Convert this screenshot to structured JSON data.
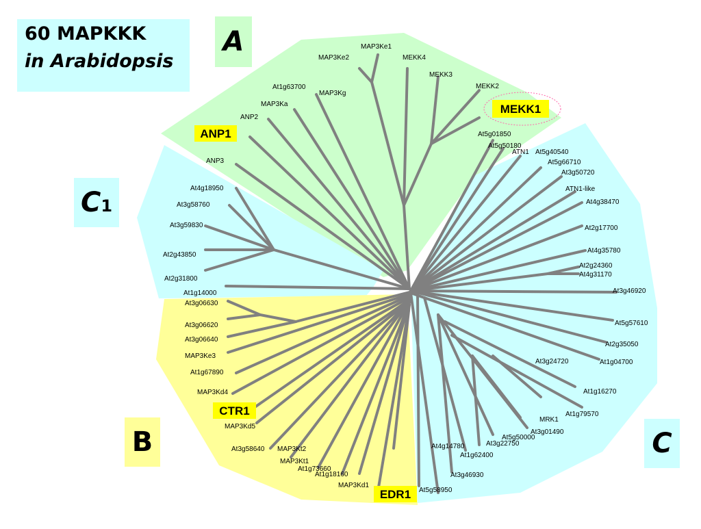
{
  "title": {
    "line1": "60 MAPKKK",
    "line2": "in Arabidopsis"
  },
  "clade_labels": {
    "A": "A",
    "B": "B",
    "C": "C",
    "C1": "C",
    "C1_sub": "1"
  },
  "highlight_labels": {
    "ANP1": "ANP1",
    "MEKK1": "MEKK1",
    "CTR1": "CTR1",
    "EDR1": "EDR1"
  },
  "labels": {
    "MAP3Ke1": "MAP3Ke1",
    "MAP3Ke2": "MAP3Ke2",
    "MEKK4": "MEKK4",
    "MEKK3": "MEKK3",
    "MEKK2": "MEKK2",
    "At1g63700": "At1g63700",
    "MAP3Kg": "MAP3Kg",
    "MAP3Ka": "MAP3Ka",
    "ANP2": "ANP2",
    "ANP3": "ANP3",
    "At4g18950": "At4g18950",
    "At3g58760": "At3g58760",
    "At3g59830": "At3g59830",
    "At2g43850": "At2g43850",
    "At2g31800": "At2g31800",
    "At1g14000": "At1g14000",
    "At3g06630": "At3g06630",
    "At3g06620": "At3g06620",
    "At3g06640": "At3g06640",
    "MAP3Ke3": "MAP3Ke3",
    "At1g67890": "At1g67890",
    "MAP3Kd4": "MAP3Kd4",
    "MAP3Kd5": "MAP3Kd5",
    "At3g58640": "At3g58640",
    "MAP3Kt2": "MAP3Kt2",
    "MAP3Kt1": "MAP3Kt1",
    "At1g73660": "At1g73660",
    "At1g18160": "At1g18160",
    "MAP3Kd1": "MAP3Kd1",
    "At5g01850": "At5g01850",
    "At5g50180": "At5g50180",
    "ATN1": "ATN1",
    "At5g40540": "At5g40540",
    "At5g66710": "At5g66710",
    "At3g50720": "At3g50720",
    "ATN1-like": "ATN1-like",
    "At4g38470": "At4g38470",
    "At2g17700": "At2g17700",
    "At4g35780": "At4g35780",
    "At2g24360": "At2g24360",
    "At4g31170": "At4g31170",
    "At3g46920": "At3g46920",
    "At5g57610": "At5g57610",
    "At2g35050": "At2g35050",
    "At3g24720": "At3g24720",
    "At1g04700": "At1g04700",
    "At1g16270": "At1g16270",
    "At1g79570": "At1g79570",
    "MRK1": "MRK1",
    "At3g01490": "At3g01490",
    "At5g50000": "At5g50000",
    "At3g22750": "At3g22750",
    "At4g14780": "At4g14780",
    "At1g62400": "At1g62400",
    "At3g46930": "At3g46930",
    "At5g58950": "At5g58950"
  },
  "colors": {
    "clade_A": "#ccffcc",
    "clade_C": "#ccffff",
    "clade_B": "#ffff99",
    "branch": "#808080",
    "highlight": "#ffff00",
    "text": "#000000"
  }
}
